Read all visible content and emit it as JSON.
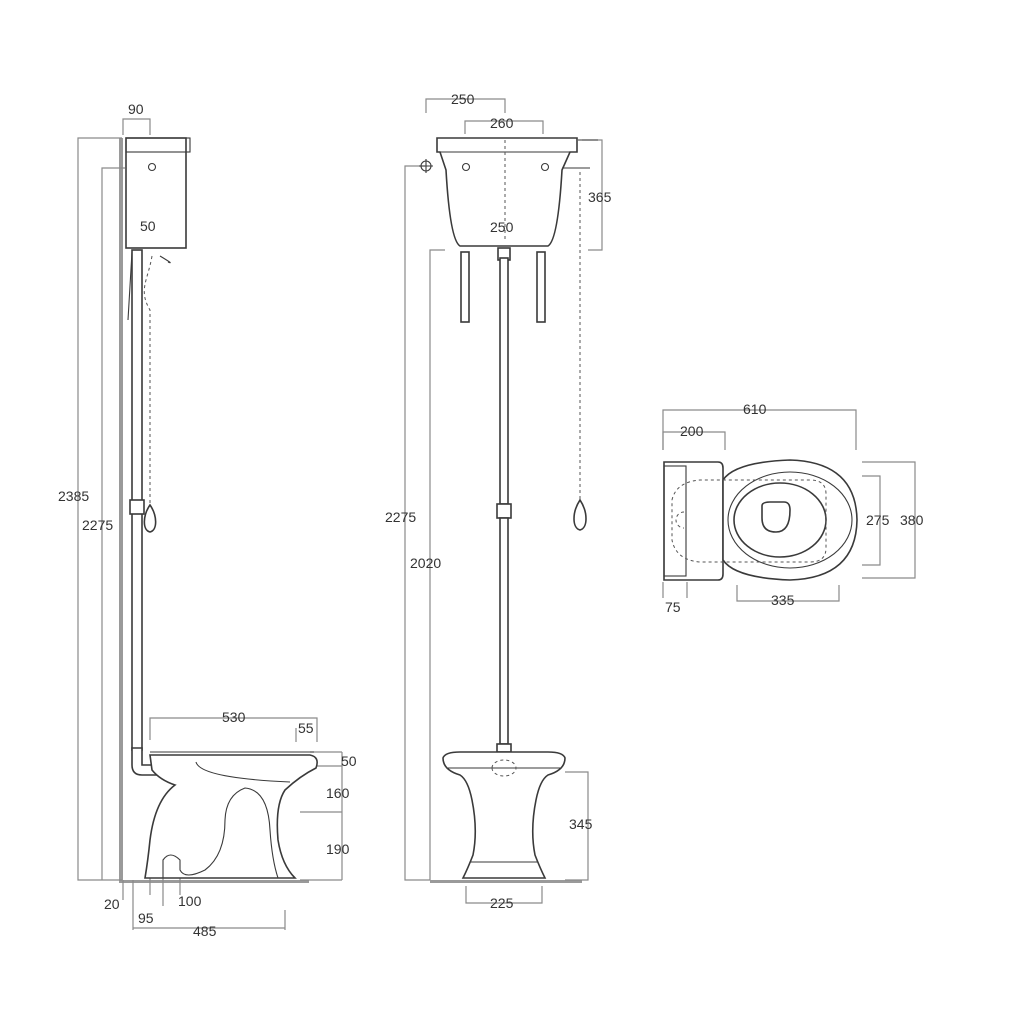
{
  "side_view": {
    "tank_depth": "90",
    "overall_height": "2385",
    "tank_bottom_height": "2275",
    "flush_pipe_width": "50",
    "bowl_length": "530",
    "rim_overhang": "55",
    "rim_thickness": "50",
    "bowl_upper": "160",
    "bowl_lower": "190",
    "wall_gap": "20",
    "outlet_width": "100",
    "outlet_offset": "95",
    "projection": "485"
  },
  "front_view": {
    "bracket_spacing": "250",
    "tank_width": "260",
    "tank_height": "365",
    "tank_inner_width": "250",
    "overall_height": "2275",
    "tank_bottom_height": "2020",
    "bowl_height": "345",
    "base_width": "225"
  },
  "top_view": {
    "overall_length": "610",
    "rear_depth": "200",
    "seat_width": "275",
    "overall_width": "380",
    "rear_offset": "75",
    "bowl_opening": "335"
  }
}
